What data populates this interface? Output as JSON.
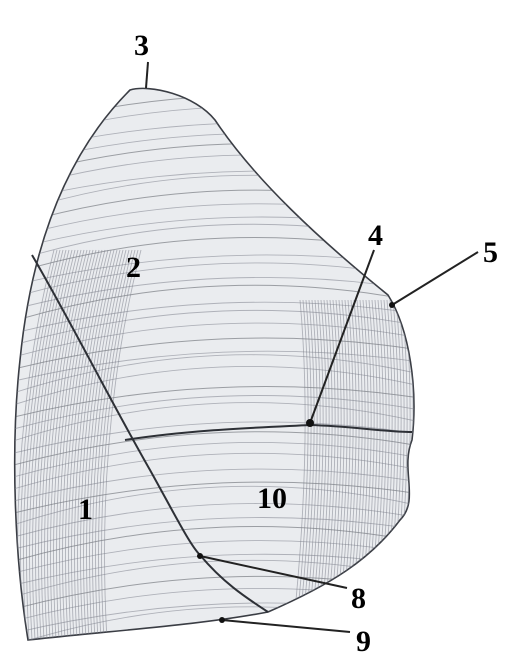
{
  "labels": {
    "l1": "1",
    "l2": "2",
    "l3": "3",
    "l4": "4",
    "l5": "5",
    "l8": "8",
    "l9": "9",
    "l10": "10"
  },
  "colors": {
    "surface": "#eaecef",
    "outline": "#3a3d44",
    "label": "#000000"
  }
}
